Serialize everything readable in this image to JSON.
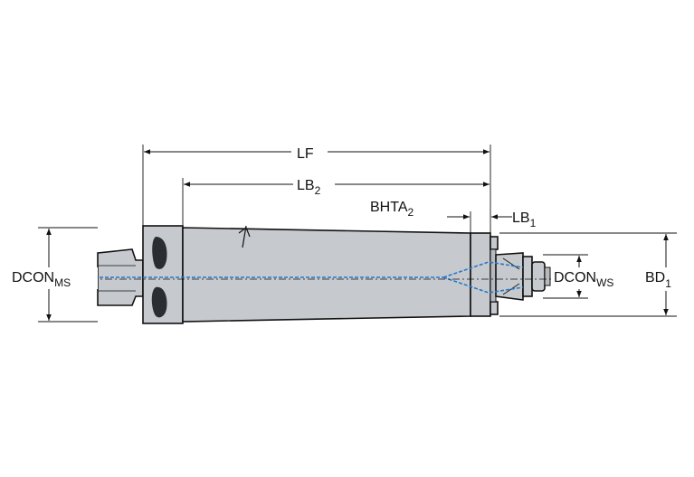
{
  "labels": {
    "lf": "LF",
    "lb2": {
      "main": "LB",
      "sub": "2"
    },
    "bhta2": {
      "main": "BHTA",
      "sub": "2"
    },
    "lb1": {
      "main": "LB",
      "sub": "1"
    },
    "dcon_ms": {
      "main": "DCON",
      "sub": "MS"
    },
    "dcon_ws": {
      "main": "DCON",
      "sub": "WS"
    },
    "bd1": {
      "main": "BD",
      "sub": "1"
    }
  },
  "colors": {
    "body": "#c6cace",
    "outline": "#111111",
    "coolant": "#2a78c8",
    "dark": "#2a2d31"
  }
}
